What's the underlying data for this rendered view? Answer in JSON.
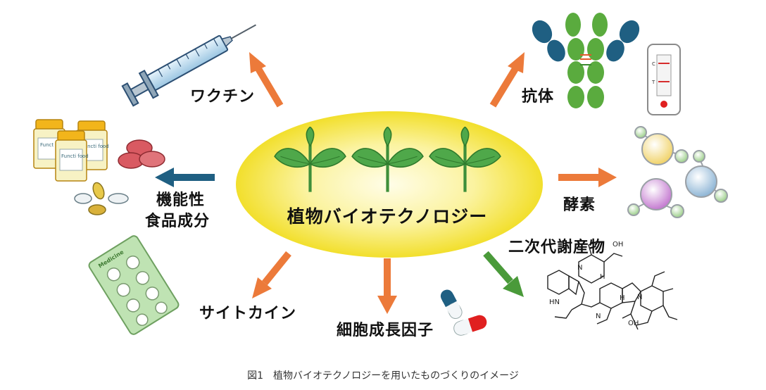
{
  "center": {
    "title": "植物バイオテクノロジー"
  },
  "labels": {
    "vaccine": "ワクチン",
    "antibody": "抗体",
    "enzyme": "酵素",
    "functional_line1": "機能性",
    "functional_line2": "食品成分",
    "secondary_metabolite": "二次代謝産物",
    "cytokine": "サイトカイン",
    "growth_factor": "細胞成長因子"
  },
  "icon_text": {
    "bottle_a": "Funct food",
    "bottle_b": "Functi food",
    "bottle_c": "Functi food",
    "blister": "Medicine",
    "test_c": "C",
    "test_t": "T",
    "oh1": "OH",
    "oh2": "OH",
    "n1": "N",
    "n2": "N",
    "n3": "N",
    "h1": "H",
    "h2": "H",
    "hn": "HN"
  },
  "caption": "図1　植物バイオテクノロジーを用いたものづくりのイメージ",
  "colors": {
    "arrow_orange": "#ec7a3a",
    "arrow_blue": "#1f5f82",
    "arrow_green": "#4a9a3a",
    "ellipse_center": "#fdf7b0",
    "ellipse_edge": "#f3e232",
    "leaf": "#4fa84a"
  }
}
